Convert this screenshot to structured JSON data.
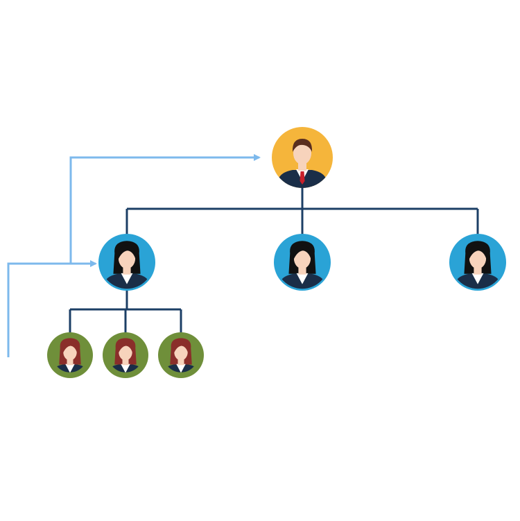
{
  "diagram": {
    "type": "org-chart",
    "colors": {
      "background": "#ffffff",
      "connector": "#1c3f66",
      "arrow": "#7db9ec",
      "manager_circle": "#f5b53b",
      "lead_circle": "#2aa3d6",
      "member_circle": "#6f8f3a",
      "suit": "#1a2e48",
      "tie": "#c8202a",
      "skin": "#f7d3bc",
      "hair_male": "#5a2e1f",
      "hair_lead": "#111111",
      "hair_member": "#8a2e2a",
      "shirt": "#ffffff"
    },
    "nodes": [
      {
        "id": "manager",
        "level": 0,
        "role_icon": "male-manager-avatar-icon",
        "parent": null
      },
      {
        "id": "lead-1",
        "level": 1,
        "role_icon": "female-lead-avatar-icon",
        "parent": "manager"
      },
      {
        "id": "lead-2",
        "level": 1,
        "role_icon": "female-lead-avatar-icon",
        "parent": "manager"
      },
      {
        "id": "lead-3",
        "level": 1,
        "role_icon": "female-lead-avatar-icon",
        "parent": "manager"
      },
      {
        "id": "member-1",
        "level": 2,
        "role_icon": "female-member-avatar-icon",
        "parent": "lead-1"
      },
      {
        "id": "member-2",
        "level": 2,
        "role_icon": "female-member-avatar-icon",
        "parent": "lead-1"
      },
      {
        "id": "member-3",
        "level": 2,
        "role_icon": "female-member-avatar-icon",
        "parent": "lead-1"
      }
    ],
    "escalation_arrows": [
      {
        "from_level": 2,
        "to": "lead-1"
      },
      {
        "from_level": 1,
        "to": "manager"
      }
    ]
  }
}
